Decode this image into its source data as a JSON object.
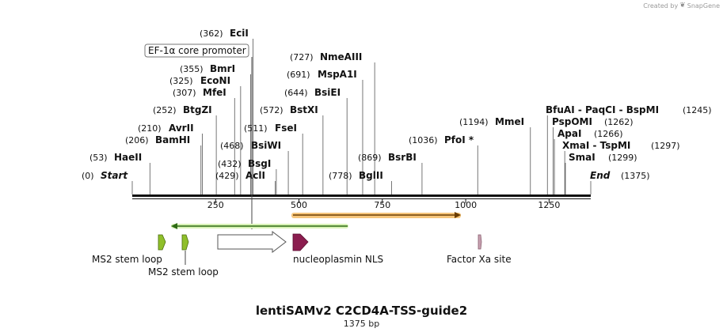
{
  "credit": {
    "prefix": "Created by",
    "brand": "SnapGene"
  },
  "map": {
    "name": "lentiSAMv2 C2CD4A-TSS-guide2",
    "length_label": "1375 bp",
    "length": 1375,
    "ticks": [
      "250",
      "500",
      "750",
      "1000",
      "1250"
    ],
    "tick_values": [
      250,
      500,
      750,
      1000,
      1250
    ]
  },
  "sites": [
    {
      "id": "start",
      "pos": "(0)",
      "name": "Start",
      "bp": 0,
      "italic": true
    },
    {
      "id": "haeii",
      "pos": "(53)",
      "name": "HaeII",
      "bp": 53
    },
    {
      "id": "bamhi",
      "pos": "(206)",
      "name": "BamHI",
      "bp": 206
    },
    {
      "id": "avrii",
      "pos": "(210)",
      "name": "AvrII",
      "bp": 210
    },
    {
      "id": "btgzi",
      "pos": "(252)",
      "name": "BtgZI",
      "bp": 252
    },
    {
      "id": "mfei",
      "pos": "(307)",
      "name": "MfeI",
      "bp": 307
    },
    {
      "id": "economi",
      "pos": "(325)",
      "name": "EcoNI",
      "bp": 325
    },
    {
      "id": "bmri",
      "pos": "(355)",
      "name": "BmrI",
      "bp": 355
    },
    {
      "id": "ecii",
      "pos": "(362)",
      "name": "EciI",
      "bp": 362
    },
    {
      "id": "acli",
      "pos": "(429)",
      "name": "AclI",
      "bp": 429
    },
    {
      "id": "bsgi",
      "pos": "(432)",
      "name": "BsgI",
      "bp": 432
    },
    {
      "id": "bsiwi",
      "pos": "(468)",
      "name": "BsiWI",
      "bp": 468
    },
    {
      "id": "fsei",
      "pos": "(511)",
      "name": "FseI",
      "bp": 511
    },
    {
      "id": "bstxi",
      "pos": "(572)",
      "name": "BstXI",
      "bp": 572
    },
    {
      "id": "bsiei",
      "pos": "(644)",
      "name": "BsiEI",
      "bp": 644
    },
    {
      "id": "mspa1i",
      "pos": "(691)",
      "name": "MspA1I",
      "bp": 691
    },
    {
      "id": "nmeaiii",
      "pos": "(727)",
      "name": "NmeAIII",
      "bp": 727
    },
    {
      "id": "bglii",
      "pos": "(778)",
      "name": "BglII",
      "bp": 778
    },
    {
      "id": "bsrbi",
      "pos": "(869)",
      "name": "BsrBI",
      "bp": 869
    },
    {
      "id": "pfoi",
      "pos": "(1036)",
      "name": "PfoI *",
      "bp": 1036
    },
    {
      "id": "mmei",
      "pos": "(1194)",
      "name": "MmeI",
      "bp": 1194
    },
    {
      "id": "bfuai",
      "pos": "(1245)",
      "name": "BfuAI  -  PaqCI  -  BspMI",
      "bp": 1245
    },
    {
      "id": "pspomi",
      "pos": "(1262)",
      "name": "PspOMI",
      "bp": 1262
    },
    {
      "id": "apai",
      "pos": "(1266)",
      "name": "ApaI",
      "bp": 1266
    },
    {
      "id": "xmai",
      "pos": "(1297)",
      "name": "XmaI  -  TspMI",
      "bp": 1297
    },
    {
      "id": "smai",
      "pos": "(1299)",
      "name": "SmaI",
      "bp": 1299
    },
    {
      "id": "end",
      "pos": "(1375)",
      "name": "End",
      "bp": 1375,
      "italic": true
    }
  ],
  "features": {
    "promoter_label": "EF-1α core promoter",
    "labels": [
      "MS2 stem loop",
      "MS2 stem loop",
      "nucleoplasmin NLS",
      "Factor Xa site"
    ],
    "colors": {
      "ms2": "#8fbf2a",
      "nls": "#8b1d4f",
      "factor_xa": "#c7a0b0",
      "green_arrow": "#7ecb3a",
      "orange_arrow": "#f0a63a"
    }
  }
}
